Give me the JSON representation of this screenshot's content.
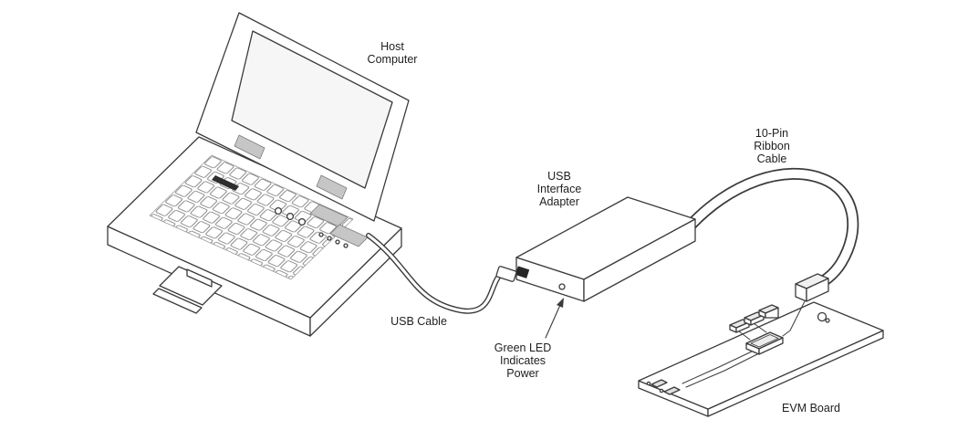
{
  "diagram": {
    "labels": {
      "host_computer": [
        "Host",
        "Computer"
      ],
      "ribbon_cable": [
        "10-Pin",
        "Ribbon",
        "Cable"
      ],
      "usb_interface_adapter": [
        "USB",
        "Interface",
        "Adapter"
      ],
      "usb_cable": [
        "USB Cable"
      ],
      "green_led": [
        "Green LED",
        "Indicates",
        "Power"
      ],
      "evm_board": [
        "EVM Board"
      ]
    },
    "components": [
      "host-computer-laptop",
      "usb-cable",
      "usb-interface-adapter",
      "green-power-led",
      "10-pin-ribbon-cable",
      "evm-board"
    ],
    "colors": {
      "line": "#3b3b3b",
      "screen_fill": "#f6f6f6",
      "shade": "#c6c6c6",
      "background": "#ffffff"
    }
  }
}
